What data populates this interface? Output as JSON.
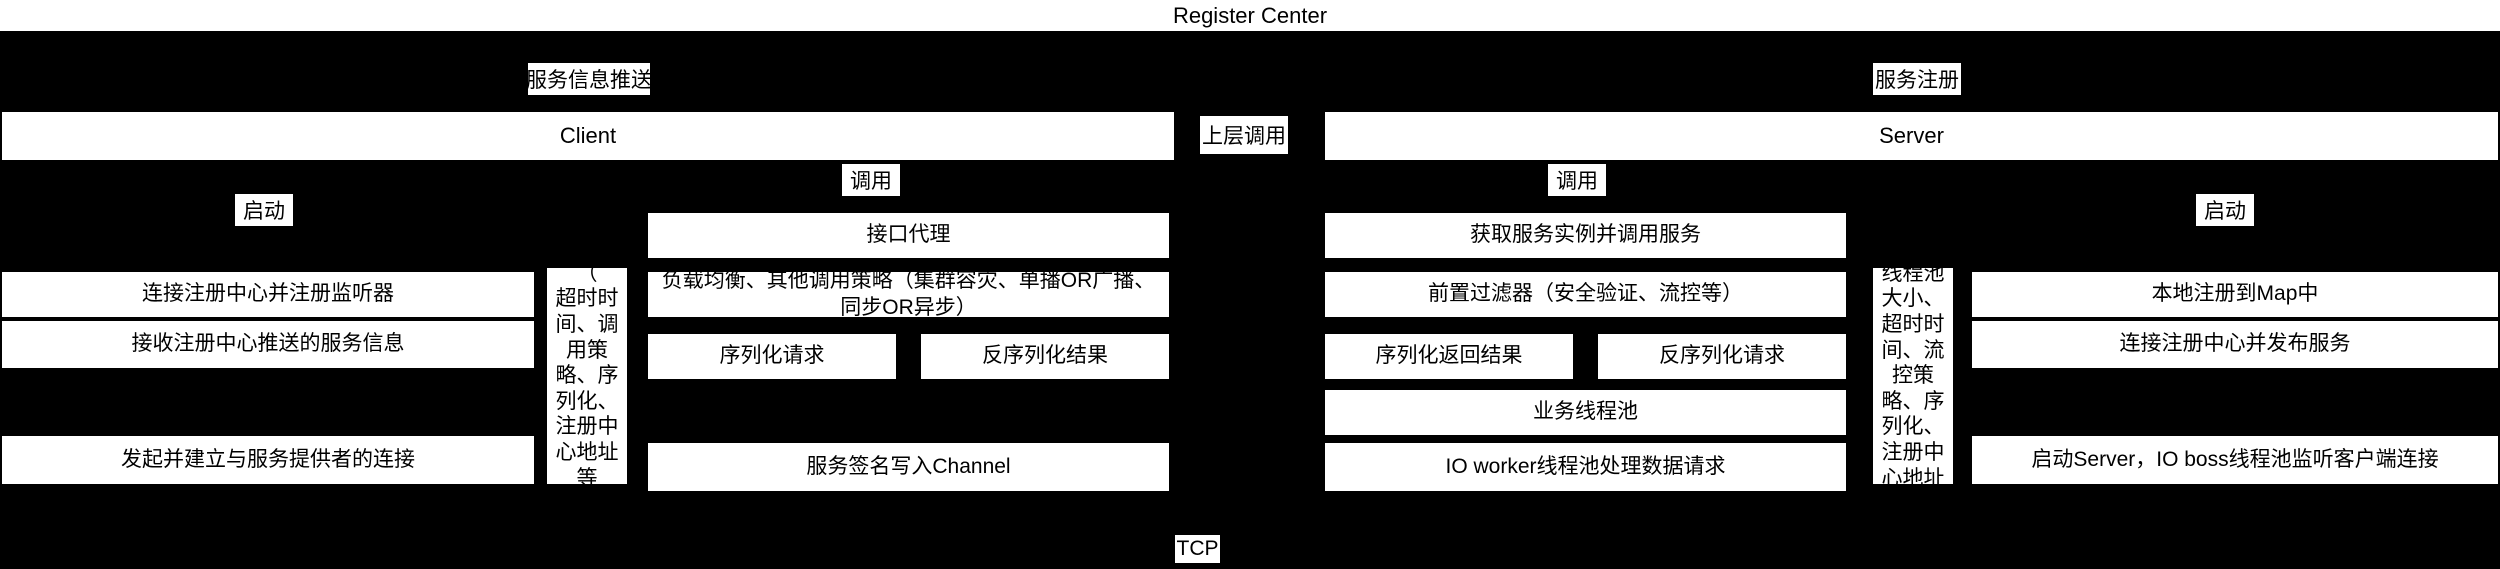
{
  "diagram": {
    "title": "Register Center",
    "register_center": {
      "label": "Register Center"
    },
    "edge_labels": {
      "service_info_push": "服务信息推送",
      "service_register": "服务注册",
      "upper_call": "上层调用",
      "client_invoke": "调用",
      "server_invoke": "调用",
      "client_start": "启动",
      "server_start": "启动",
      "tcp": "TCP"
    },
    "client": {
      "label": "Client",
      "interface_proxy": "接口代理",
      "config": "配置\n（\n超时时间、调用策略、序列化、注册中心地址等\n）",
      "rows": [
        "连接注册中心并注册监听器",
        "接收注册中心推送的服务信息",
        "发起并建立与服务提供者的连接"
      ],
      "detail_rows": [
        "负载均衡、其他调用策略（集群容灾、单播OR广播、同步OR异步）",
        "序列化请求",
        "反序列化结果",
        "服务签名写入Channel"
      ]
    },
    "server": {
      "label": "Server",
      "get_instance": "获取服务实例并调用服务",
      "config": "配置\n（\n线程池大小、超时时间、流控策略、序列化、注册中心地址等\n）",
      "detail_rows": [
        "前置过滤器（安全验证、流控等）",
        "序列化返回结果",
        "反序列化请求",
        "业务线程池",
        "IO worker线程池处理数据请求"
      ],
      "rows": [
        "本地注册到Map中",
        "连接注册中心并发布服务",
        "启动Server，IO boss线程池监听客户端连接"
      ]
    }
  }
}
